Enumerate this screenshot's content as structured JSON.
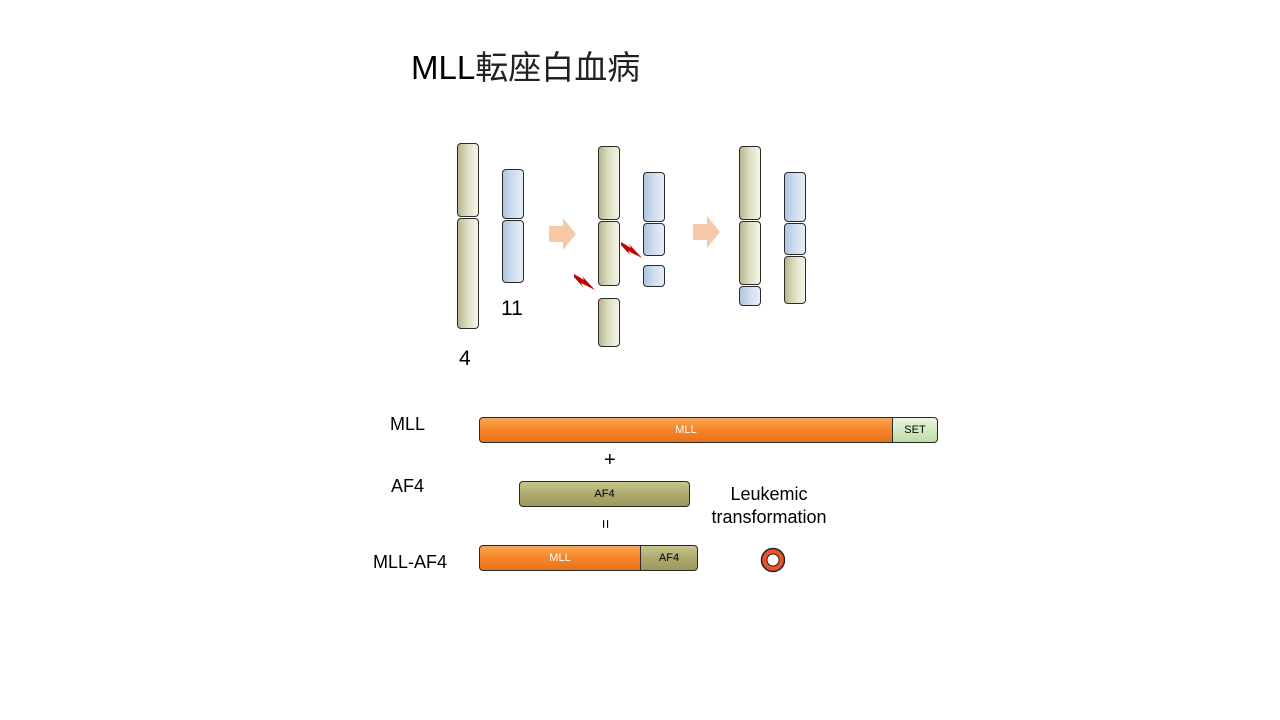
{
  "title": {
    "latin": "MLL",
    "japanese": "転座白血病"
  },
  "chromosomes": {
    "chr4_label": "4",
    "chr11_label": "11"
  },
  "proteins": {
    "mll_row_label": "MLL",
    "mll_bar_text": "MLL",
    "set_text": "SET",
    "plus": "+",
    "af4_row_label": "AF4",
    "af4_bar_text": "AF4",
    "equals": "=",
    "fusion_row_label": "MLL-AF4",
    "fusion_mll_text": "MLL",
    "fusion_af4_text": "AF4"
  },
  "outcome": {
    "line1": "Leukemic",
    "line2": "transformation"
  },
  "colors": {
    "chr4": "#dcdcc0",
    "chr11": "#cddcee",
    "arrow": "#f7c8a8",
    "break": "#c00000",
    "mll_orange": "#f7862a",
    "af4_olive": "#aca86e",
    "set_green": "#cfe7bd",
    "marker_red": "#e8532e"
  },
  "icons": {
    "arrow": "right-arrow-icon",
    "break": "lightning-break-icon",
    "result": "ring-icon"
  }
}
